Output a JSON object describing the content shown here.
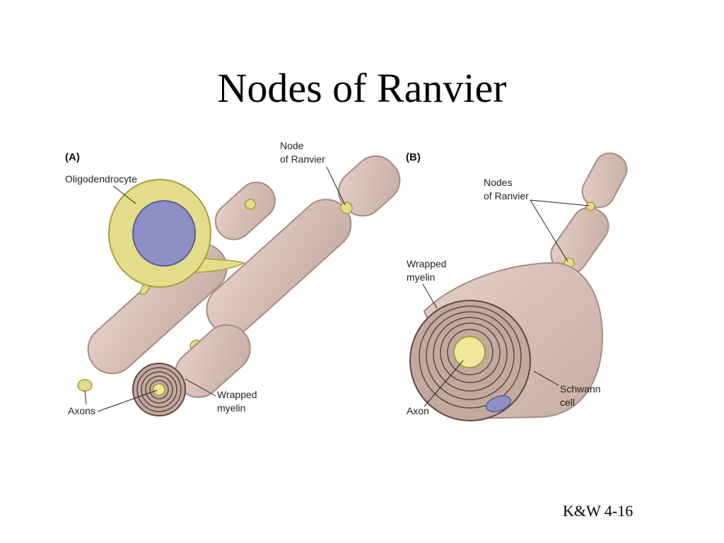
{
  "slide": {
    "title": "Nodes of Ranvier",
    "citation": "K&W 4-16"
  },
  "panel_a": {
    "tag": "(A)",
    "oligodendrocyte": "Oligodendrocyte",
    "node_line1": "Node",
    "node_line2": "of Ranvier",
    "axons": "Axons",
    "myelin_line1": "Wrapped",
    "myelin_line2": "myelin"
  },
  "panel_b": {
    "tag": "(B)",
    "nodes_line1": "Nodes",
    "nodes_line2": "of Ranvier",
    "myelin_line1": "Wrapped",
    "myelin_line2": "myelin",
    "axon": "Axon",
    "schwann_line1": "Schwann",
    "schwann_line2": "cell"
  },
  "colors": {
    "myelin": "#d7bfb6",
    "myelin_shadow": "#b39a91",
    "cytoplasm": "#e3dc8a",
    "nucleus": "#8e8fc4",
    "axon": "#efe89a"
  }
}
